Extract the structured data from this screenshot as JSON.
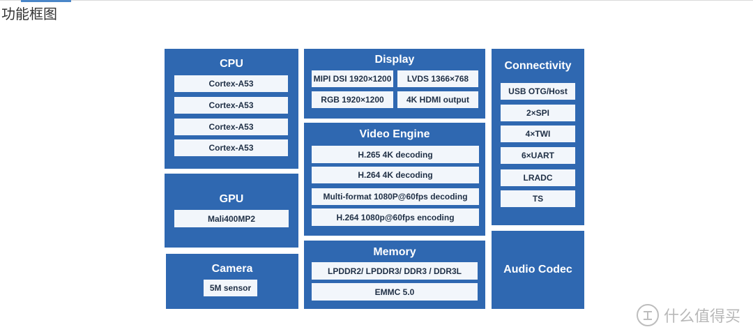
{
  "page": {
    "title": "功能框图"
  },
  "blocks": {
    "cpu": {
      "title": "CPU",
      "items": [
        "Cortex-A53",
        "Cortex-A53",
        "Cortex-A53",
        "Cortex-A53"
      ]
    },
    "gpu": {
      "title": "GPU",
      "items": [
        "Mali400MP2"
      ]
    },
    "camera": {
      "title": "Camera",
      "items": [
        "5M sensor"
      ]
    },
    "display": {
      "title": "Display",
      "items": [
        "MIPI DSI 1920×1200",
        "LVDS 1366×768",
        "RGB 1920×1200",
        "4K HDMI output"
      ]
    },
    "video": {
      "title": "Video Engine",
      "items": [
        "H.265 4K decoding",
        "H.264 4K decoding",
        "Multi-format 1080P@60fps decoding",
        "H.264 1080p@60fps encoding"
      ]
    },
    "memory": {
      "title": "Memory",
      "items": [
        "LPDDR2/ LPDDR3/ DDR3 / DDR3L",
        "EMMC 5.0"
      ]
    },
    "connectivity": {
      "title": "Connectivity",
      "items": [
        "USB OTG/Host",
        "2×SPI",
        "4×TWI",
        "6×UART",
        "LRADC",
        "TS"
      ]
    },
    "audio": {
      "title": "Audio Codec"
    }
  },
  "watermark": {
    "text": "什么值得买",
    "icon": "zhide-logo-icon"
  },
  "colors": {
    "block": "#2f68b1",
    "chip": "#f2f6fb",
    "chip_text": "#1f2f45"
  }
}
